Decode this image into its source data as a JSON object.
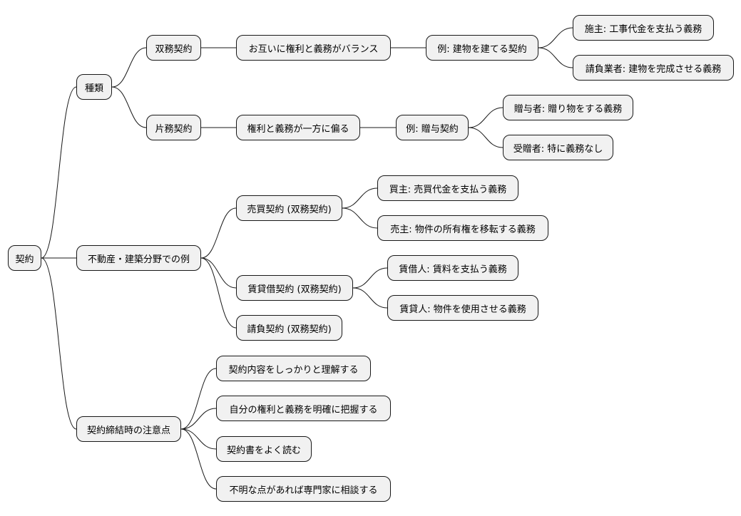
{
  "mindmap": {
    "root": {
      "id": "root",
      "label": "契約"
    },
    "nodes": [
      {
        "id": "kind",
        "parent": "root",
        "label": "種類"
      },
      {
        "id": "sou",
        "parent": "kind",
        "label": "双務契約"
      },
      {
        "id": "sou_d",
        "parent": "sou",
        "label": "お互いに権利と義務がバランス"
      },
      {
        "id": "sou_ex",
        "parent": "sou_d",
        "label": "例: 建物を建てる契約"
      },
      {
        "id": "sou_ex1",
        "parent": "sou_ex",
        "label": "施主: 工事代金を支払う義務"
      },
      {
        "id": "sou_ex2",
        "parent": "sou_ex",
        "label": "請負業者: 建物を完成させる義務"
      },
      {
        "id": "hen",
        "parent": "kind",
        "label": "片務契約"
      },
      {
        "id": "hen_d",
        "parent": "hen",
        "label": "権利と義務が一方に偏る"
      },
      {
        "id": "hen_ex",
        "parent": "hen_d",
        "label": "例: 贈与契約"
      },
      {
        "id": "hen_ex1",
        "parent": "hen_ex",
        "label": "贈与者: 贈り物をする義務"
      },
      {
        "id": "hen_ex2",
        "parent": "hen_ex",
        "label": "受贈者: 特に義務なし"
      },
      {
        "id": "re",
        "parent": "root",
        "label": "不動産・建築分野での例"
      },
      {
        "id": "bai",
        "parent": "re",
        "label": "売買契約 (双務契約)"
      },
      {
        "id": "bai1",
        "parent": "bai",
        "label": "買主: 売買代金を支払う義務"
      },
      {
        "id": "bai2",
        "parent": "bai",
        "label": "売主: 物件の所有権を移転する義務"
      },
      {
        "id": "chin",
        "parent": "re",
        "label": "賃貸借契約 (双務契約)"
      },
      {
        "id": "chin1",
        "parent": "chin",
        "label": "賃借人: 賃料を支払う義務"
      },
      {
        "id": "chin2",
        "parent": "chin",
        "label": "賃貸人: 物件を使用させる義務"
      },
      {
        "id": "uke",
        "parent": "re",
        "label": "請負契約 (双務契約)"
      },
      {
        "id": "note",
        "parent": "root",
        "label": "契約締結時の注意点"
      },
      {
        "id": "note1",
        "parent": "note",
        "label": "契約内容をしっかりと理解する"
      },
      {
        "id": "note2",
        "parent": "note",
        "label": "自分の権利と義務を明確に把握する"
      },
      {
        "id": "note3",
        "parent": "note",
        "label": "契約書をよく読む"
      },
      {
        "id": "note4",
        "parent": "note",
        "label": "不明な点があれば専門家に相談する"
      }
    ]
  },
  "colors": {
    "node_fill": "#f1f1f1",
    "node_border": "#181818",
    "edge": "#181818",
    "text": "#000000"
  }
}
